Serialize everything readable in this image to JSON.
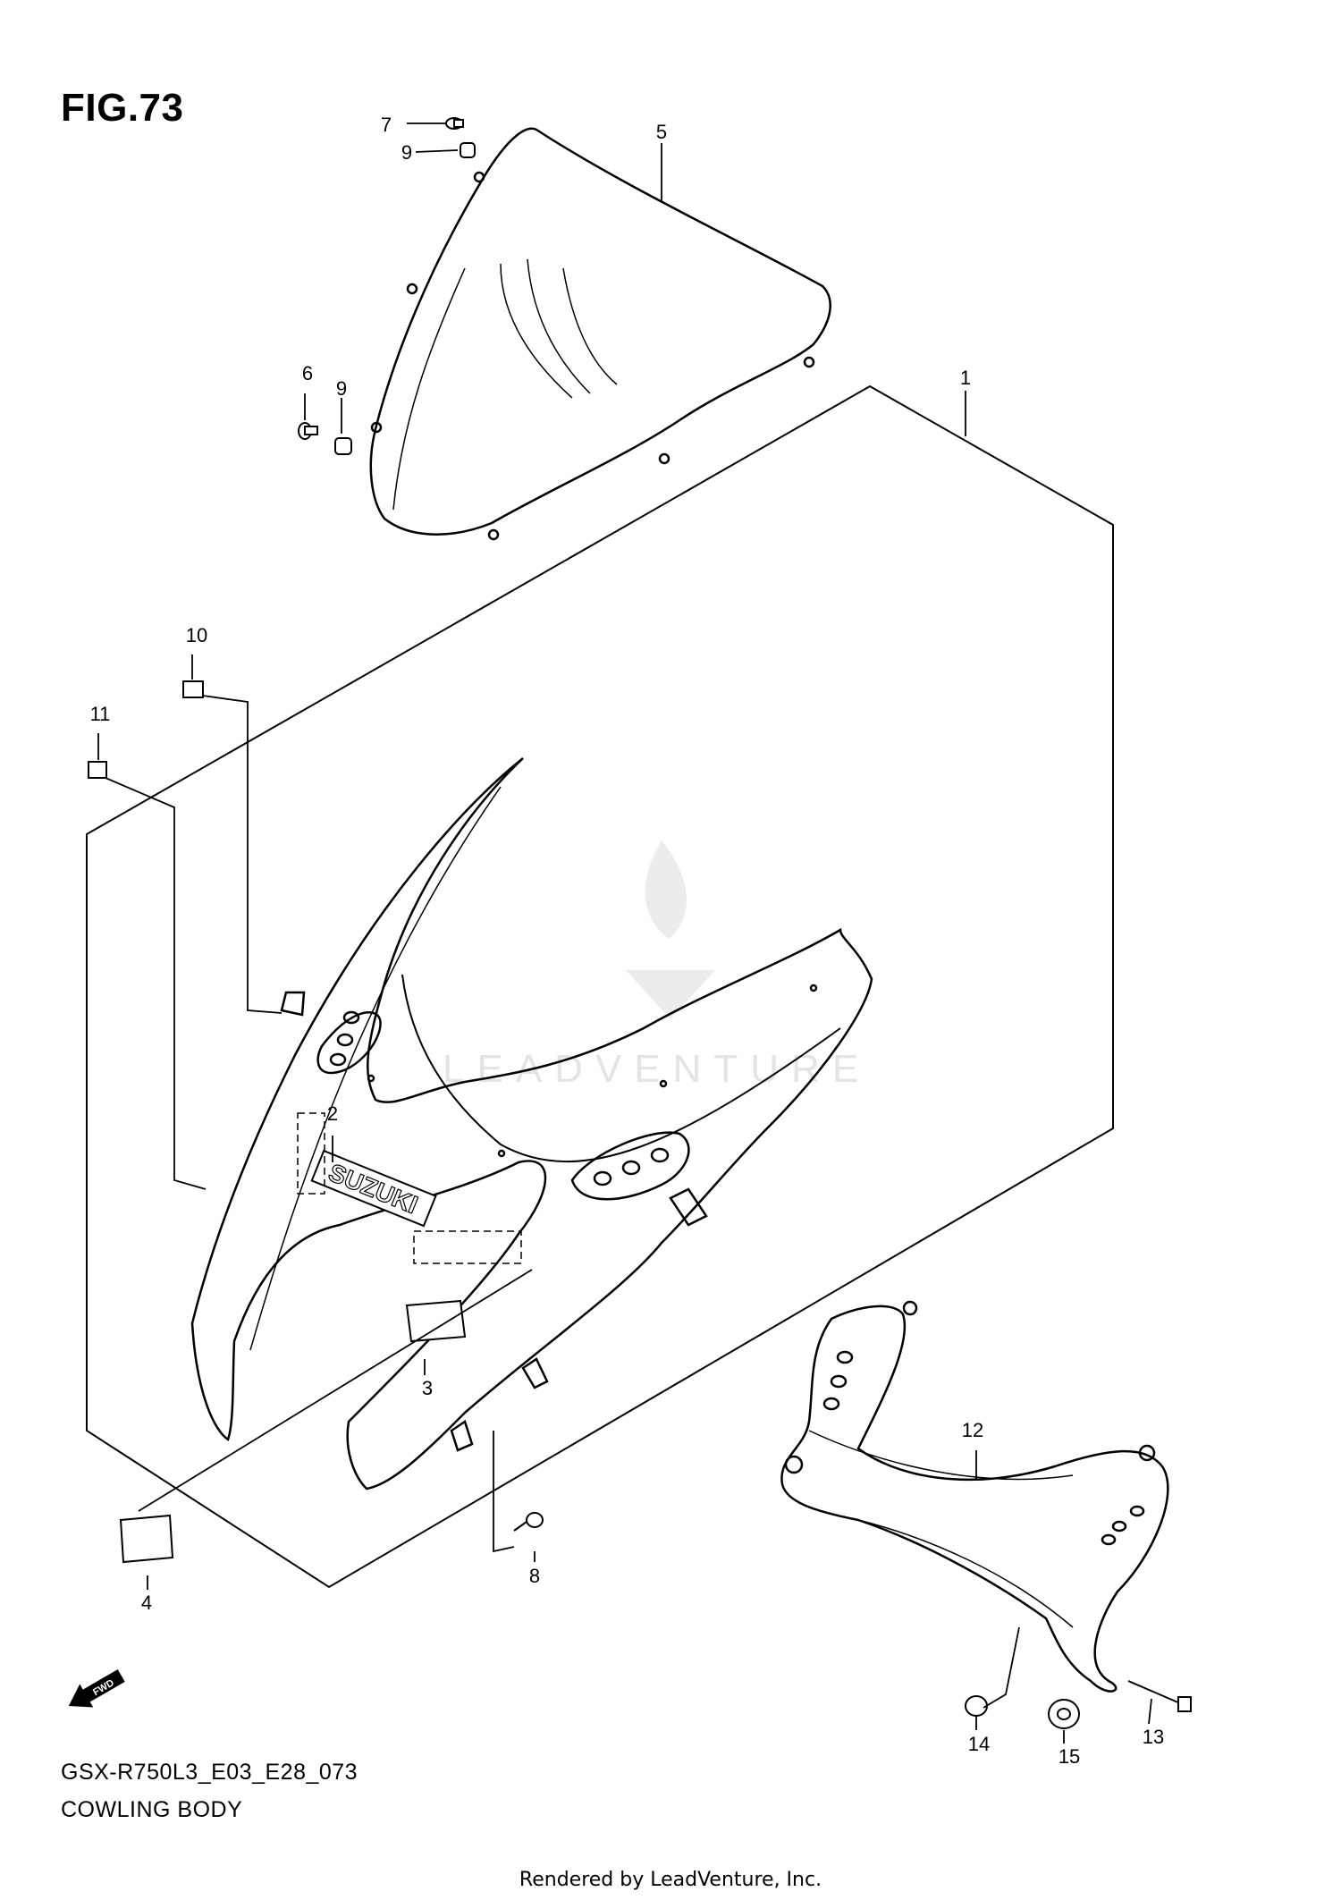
{
  "figure": {
    "title": "FIG.73",
    "model_code": "GSX-R750L3_E03_E28_073",
    "name": "COWLING BODY"
  },
  "callouts": [
    "1",
    "2",
    "3",
    "4",
    "5",
    "6",
    "7",
    "8",
    "9",
    "9",
    "10",
    "11",
    "12",
    "13",
    "14",
    "15"
  ],
  "decal_text": "SUZUKI",
  "fwd_label": "FWD",
  "watermark": {
    "brand": "LEADVENTURE",
    "color": "#e4e4e4"
  },
  "footer": {
    "rendered_by": "Rendered by LeadVenture, Inc."
  }
}
